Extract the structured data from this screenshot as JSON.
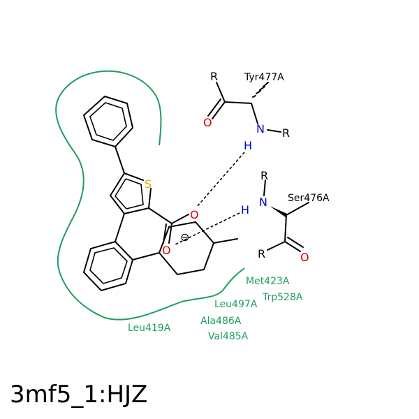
{
  "title": "3mf5_1:HJZ",
  "colors": {
    "carbon": "#000000",
    "oxygen": "#dd0000",
    "nitrogen": "#0000cc",
    "sulfur": "#ddaa00",
    "hydrophobic": "#1e9e5e"
  },
  "atoms": {
    "sulfur": "S",
    "oxygen": "O",
    "nitrogen": "N",
    "hydrogen": "H",
    "r_group": "R",
    "charge": "⊖"
  },
  "residues": {
    "tyr": "Tyr477A",
    "ser": "Ser476A"
  },
  "hydrophobic_contacts": [
    "Met423A",
    "Trp528A",
    "Leu497A",
    "Ala486A",
    "Val485A",
    "Leu419A"
  ]
}
